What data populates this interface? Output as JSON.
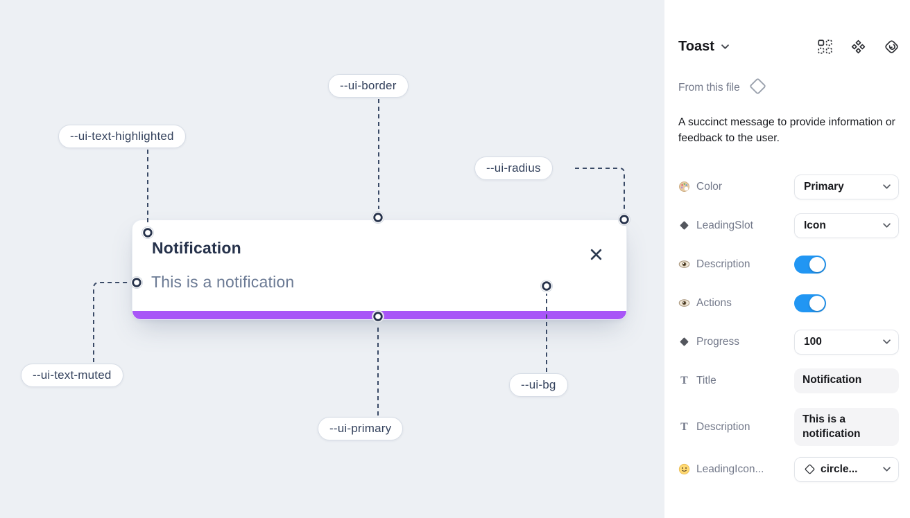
{
  "canvas": {
    "toast": {
      "title": "Notification",
      "description": "This is a notification",
      "close_icon": "x-icon"
    },
    "labels": [
      {
        "id": "ui-text-highlighted",
        "text": "--ui-text-highlighted"
      },
      {
        "id": "ui-border",
        "text": "--ui-border"
      },
      {
        "id": "ui-radius",
        "text": "--ui-radius"
      },
      {
        "id": "ui-text-muted",
        "text": "--ui-text-muted"
      },
      {
        "id": "ui-primary",
        "text": "--ui-primary"
      },
      {
        "id": "ui-bg",
        "text": "--ui-bg"
      }
    ]
  },
  "panel": {
    "title": "Toast",
    "header_icons": [
      "variants-grid-icon",
      "component-diamonds-icon",
      "swap-instance-icon"
    ],
    "source_label": "From this file",
    "source_icon": "diamond-outline-icon",
    "description": "A succinct message to provide information or feedback to the user.",
    "properties": [
      {
        "icon": "palette-icon",
        "label": "Color",
        "control": "dropdown",
        "value": "Primary"
      },
      {
        "icon": "diamond-icon",
        "label": "LeadingSlot",
        "control": "dropdown",
        "value": "Icon"
      },
      {
        "icon": "eye-icon",
        "label": "Description",
        "control": "toggle",
        "value": "on"
      },
      {
        "icon": "eye-icon",
        "label": "Actions",
        "control": "toggle",
        "value": "on"
      },
      {
        "icon": "diamond-icon",
        "label": "Progress",
        "control": "dropdown",
        "value": "100"
      },
      {
        "icon": "text-icon",
        "label": "Title",
        "control": "text-field",
        "value": "Notification"
      },
      {
        "icon": "text-icon",
        "label": "Description",
        "control": "text-field",
        "value": "This is a notification"
      },
      {
        "icon": "smiley-icon",
        "label": "LeadingIcon...",
        "control": "icon-dropdown",
        "value": "circle..."
      }
    ],
    "colors": {
      "toggle_on": "#2196f3",
      "primary": "#a855f7"
    }
  }
}
